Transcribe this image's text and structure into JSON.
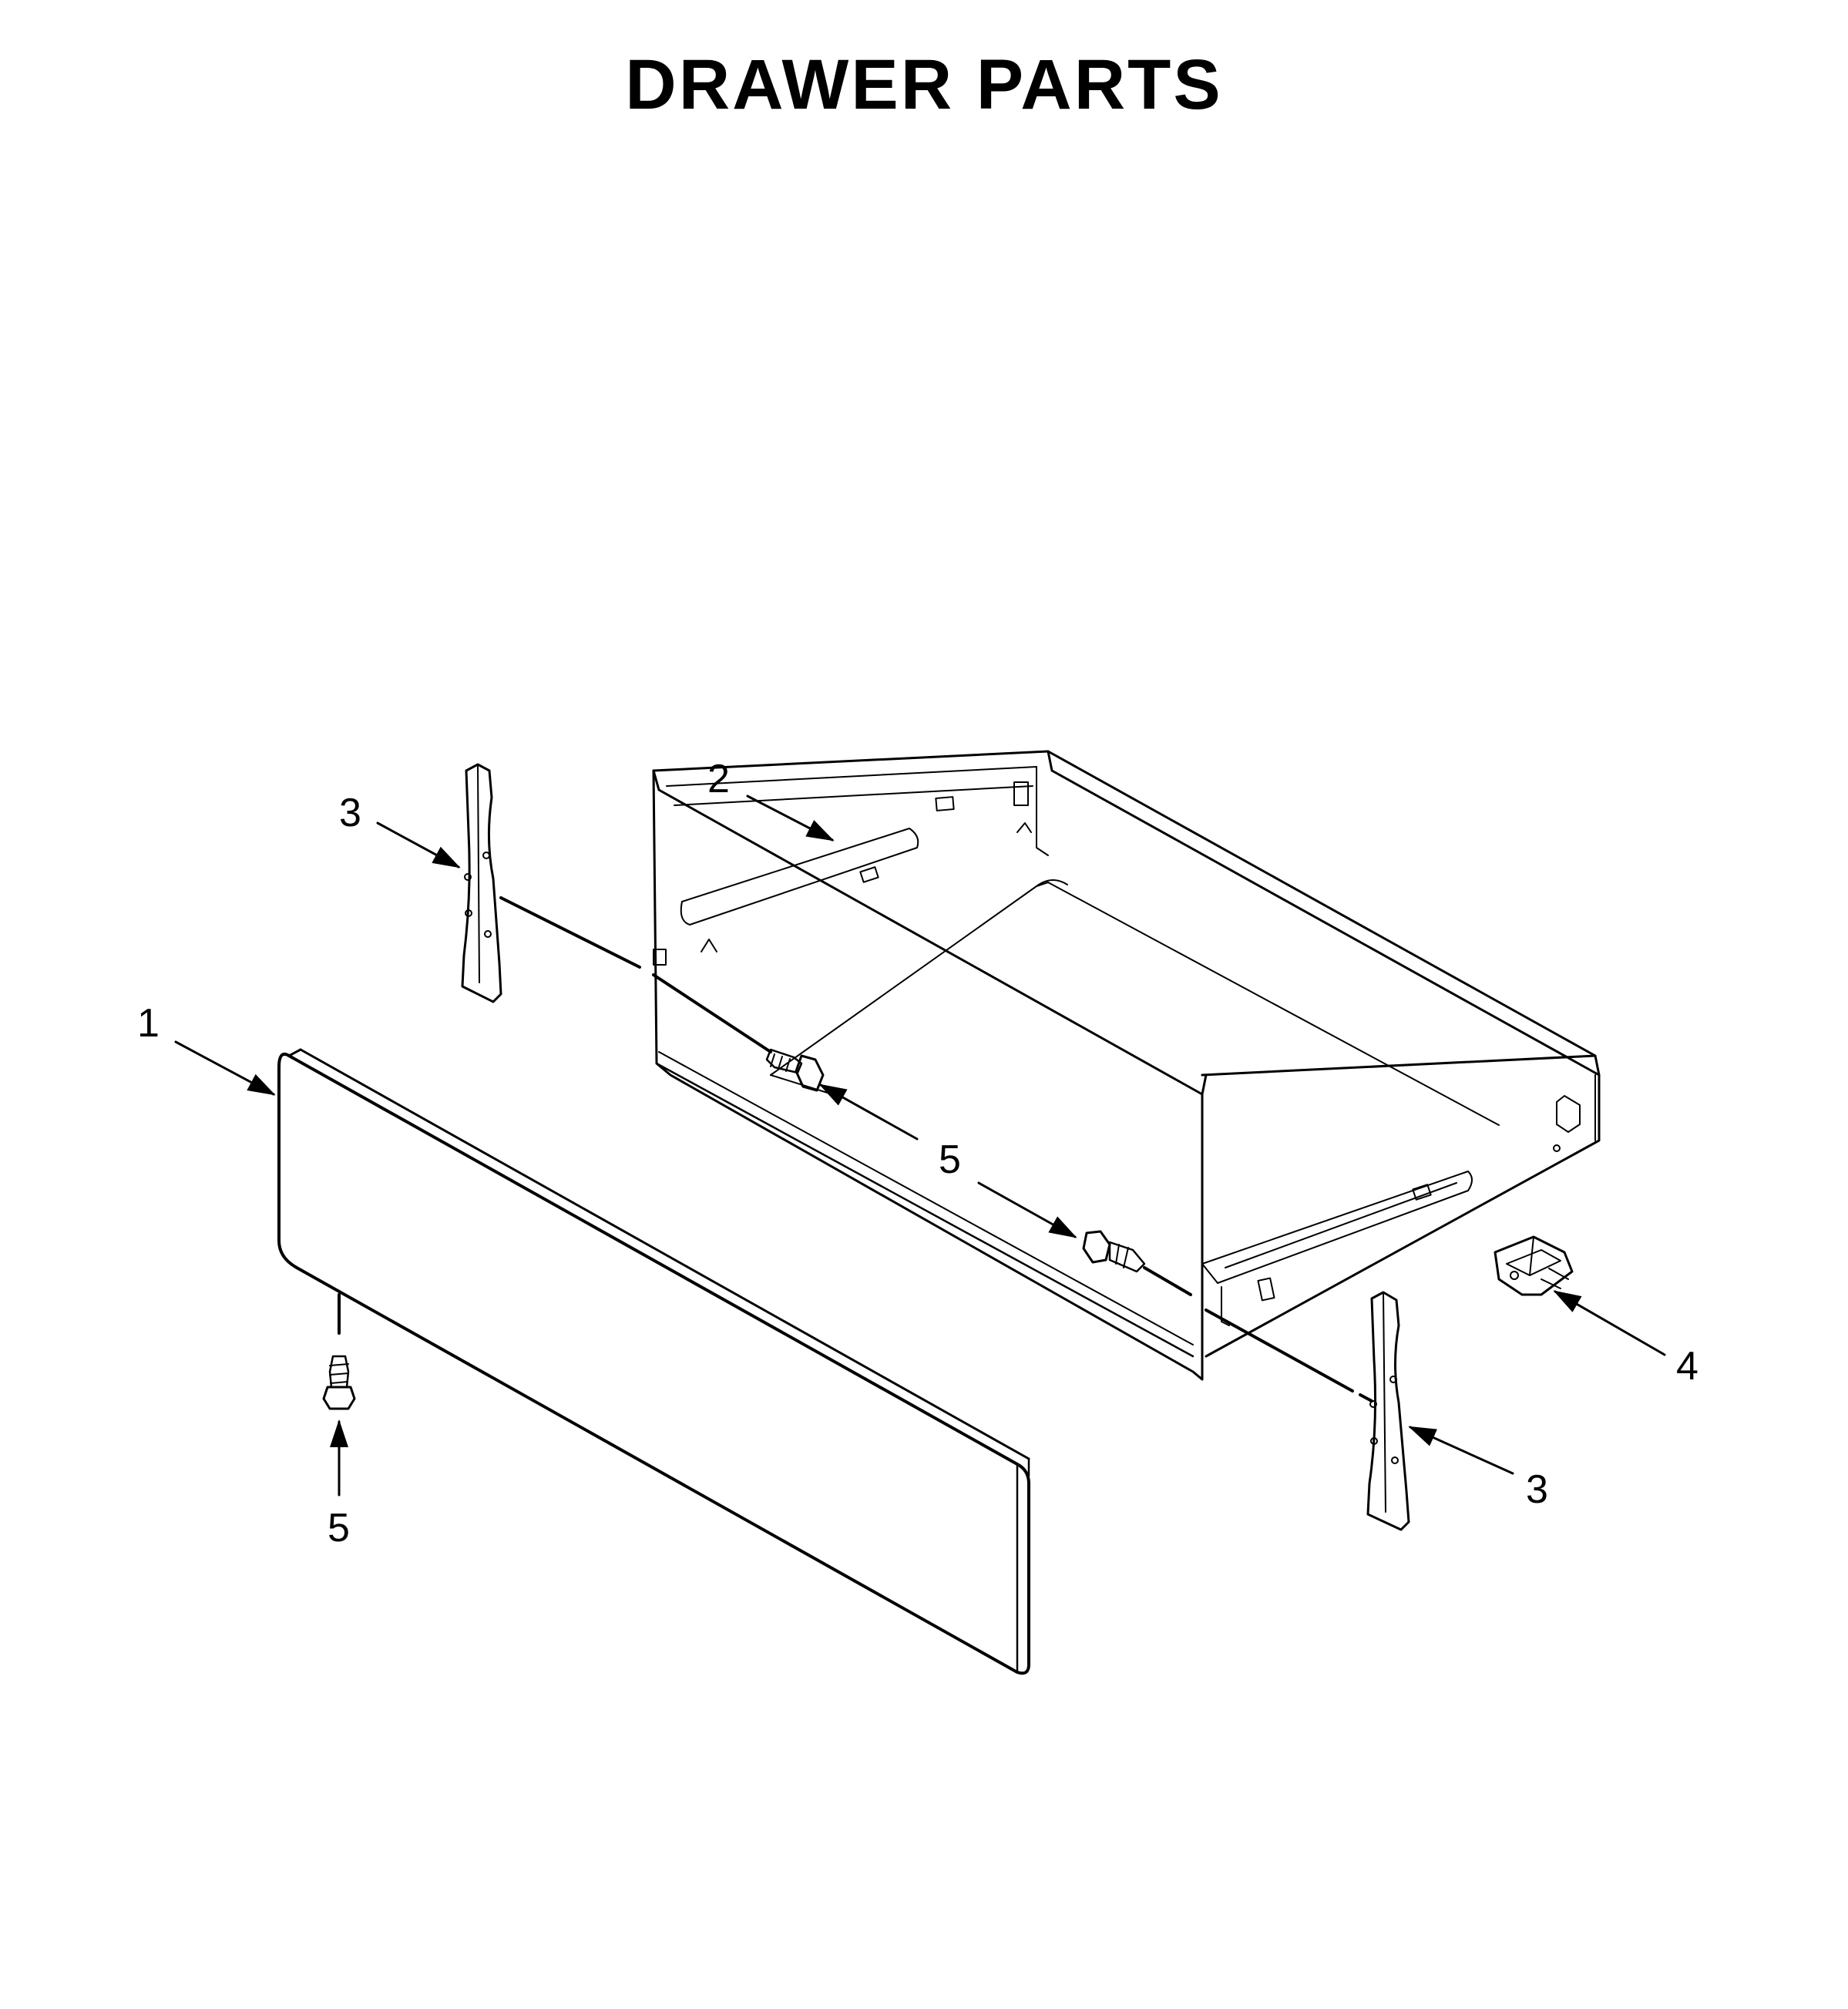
{
  "title": "DRAWER PARTS",
  "callouts": {
    "c1": "1",
    "c2": "2",
    "c3_left": "3",
    "c3_right": "3",
    "c4": "4",
    "c5_center": "5",
    "c5_bottom": "5"
  },
  "colors": {
    "ink": "#000000",
    "background": "#ffffff"
  }
}
